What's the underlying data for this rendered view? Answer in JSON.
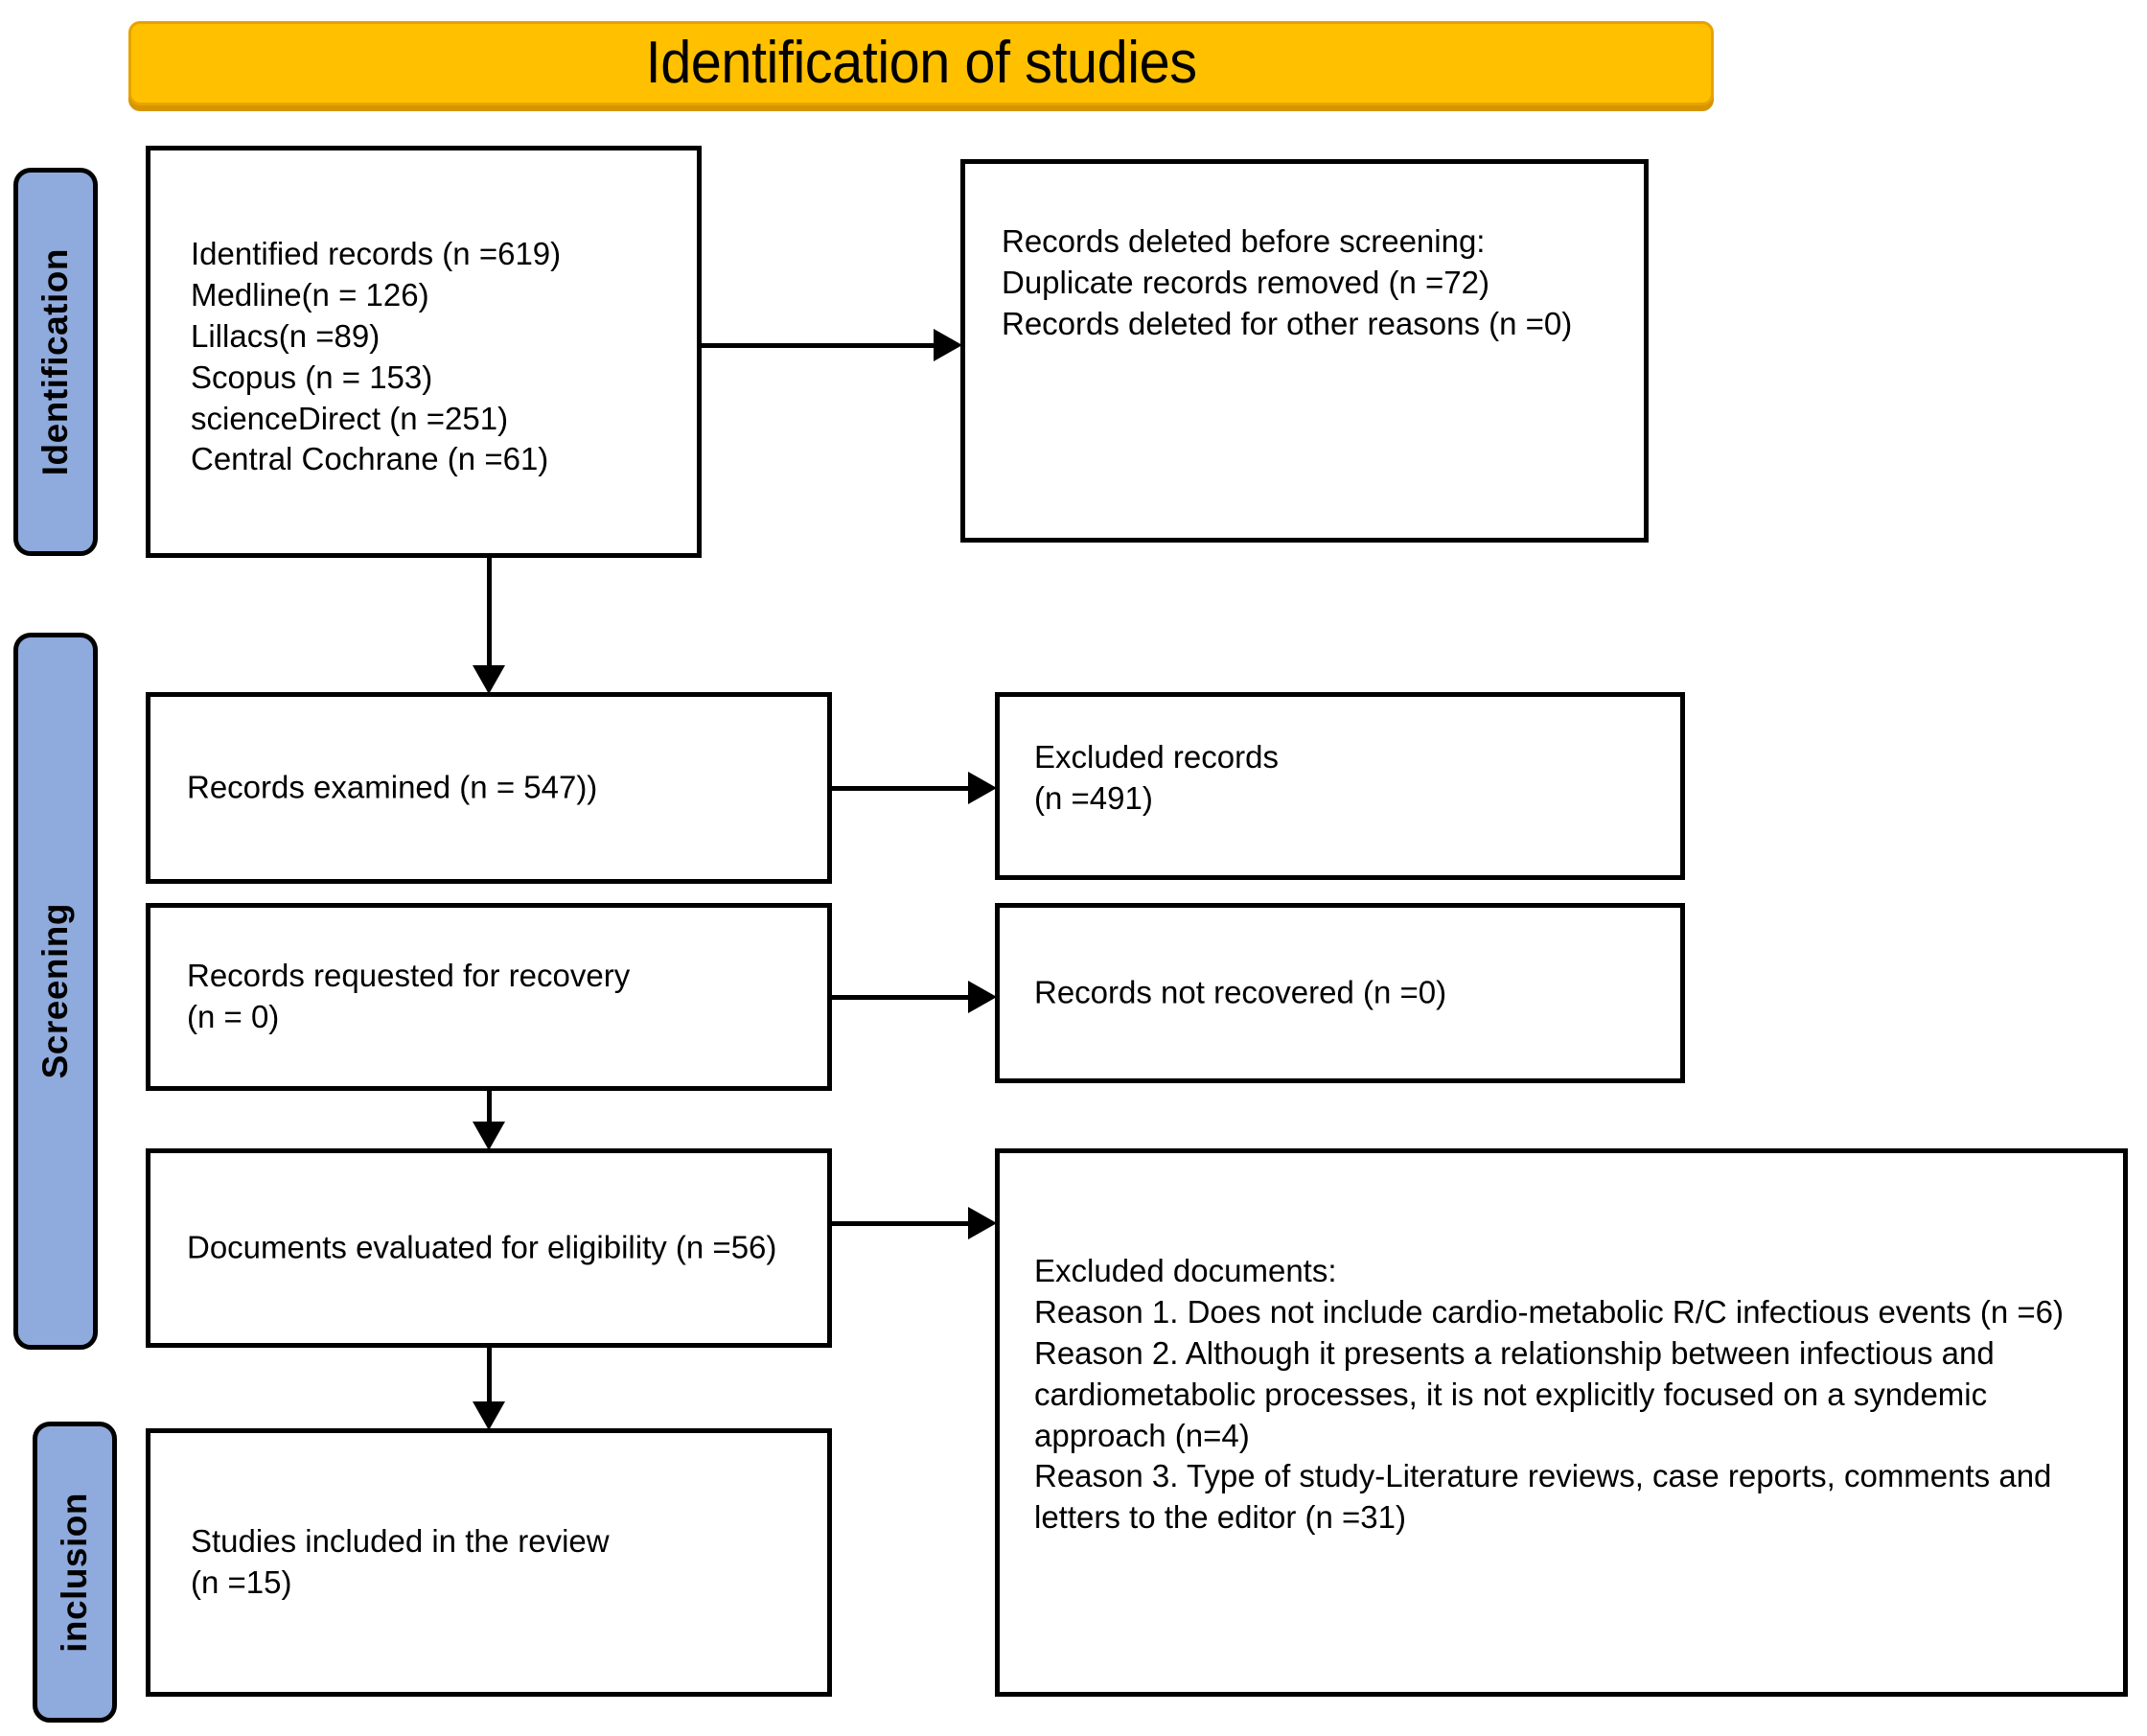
{
  "header": {
    "title": "Identification of studies"
  },
  "stage_labels": {
    "identification": "Identification",
    "screening": "Screening",
    "inclusion": "inclusion"
  },
  "boxes": {
    "identified_records": {
      "text": "Identified records (n =619)\nMedline(n = 126)\nLillacs(n =89)\nScopus (n = 153)\nscienceDirect (n =251)\nCentral Cochrane (n =61)"
    },
    "records_deleted": {
      "text": "Records deleted before screening:\nDuplicate records removed (n =72)\nRecords deleted for other reasons (n =0)"
    },
    "records_examined": {
      "text": "Records examined (n = 547))"
    },
    "excluded_records": {
      "text": "Excluded records\n(n =491)"
    },
    "records_requested": {
      "text": "Records requested for recovery\n(n = 0)"
    },
    "records_not_recovered": {
      "text": "Records not recovered (n =0)"
    },
    "documents_evaluated": {
      "text": "Documents evaluated for eligibility (n =56)"
    },
    "excluded_documents": {
      "text": "Excluded documents:\nReason 1. Does not include cardio-metabolic R/C infectious events (n =6)\nReason 2. Although it presents a relationship between infectious and cardiometabolic processes, it is not explicitly focused on a syndemic approach (n=4)\nReason 3. Type of study-Literature reviews, case reports, comments and letters to the editor (n =31)"
    },
    "studies_included": {
      "text": "Studies included in the review\n(n =15)"
    }
  },
  "colors": {
    "banner": "#FFC000",
    "banner_shadow": "#D69500",
    "stage_label": "#8FAADC",
    "box_border": "#000000",
    "text": "#000000"
  }
}
